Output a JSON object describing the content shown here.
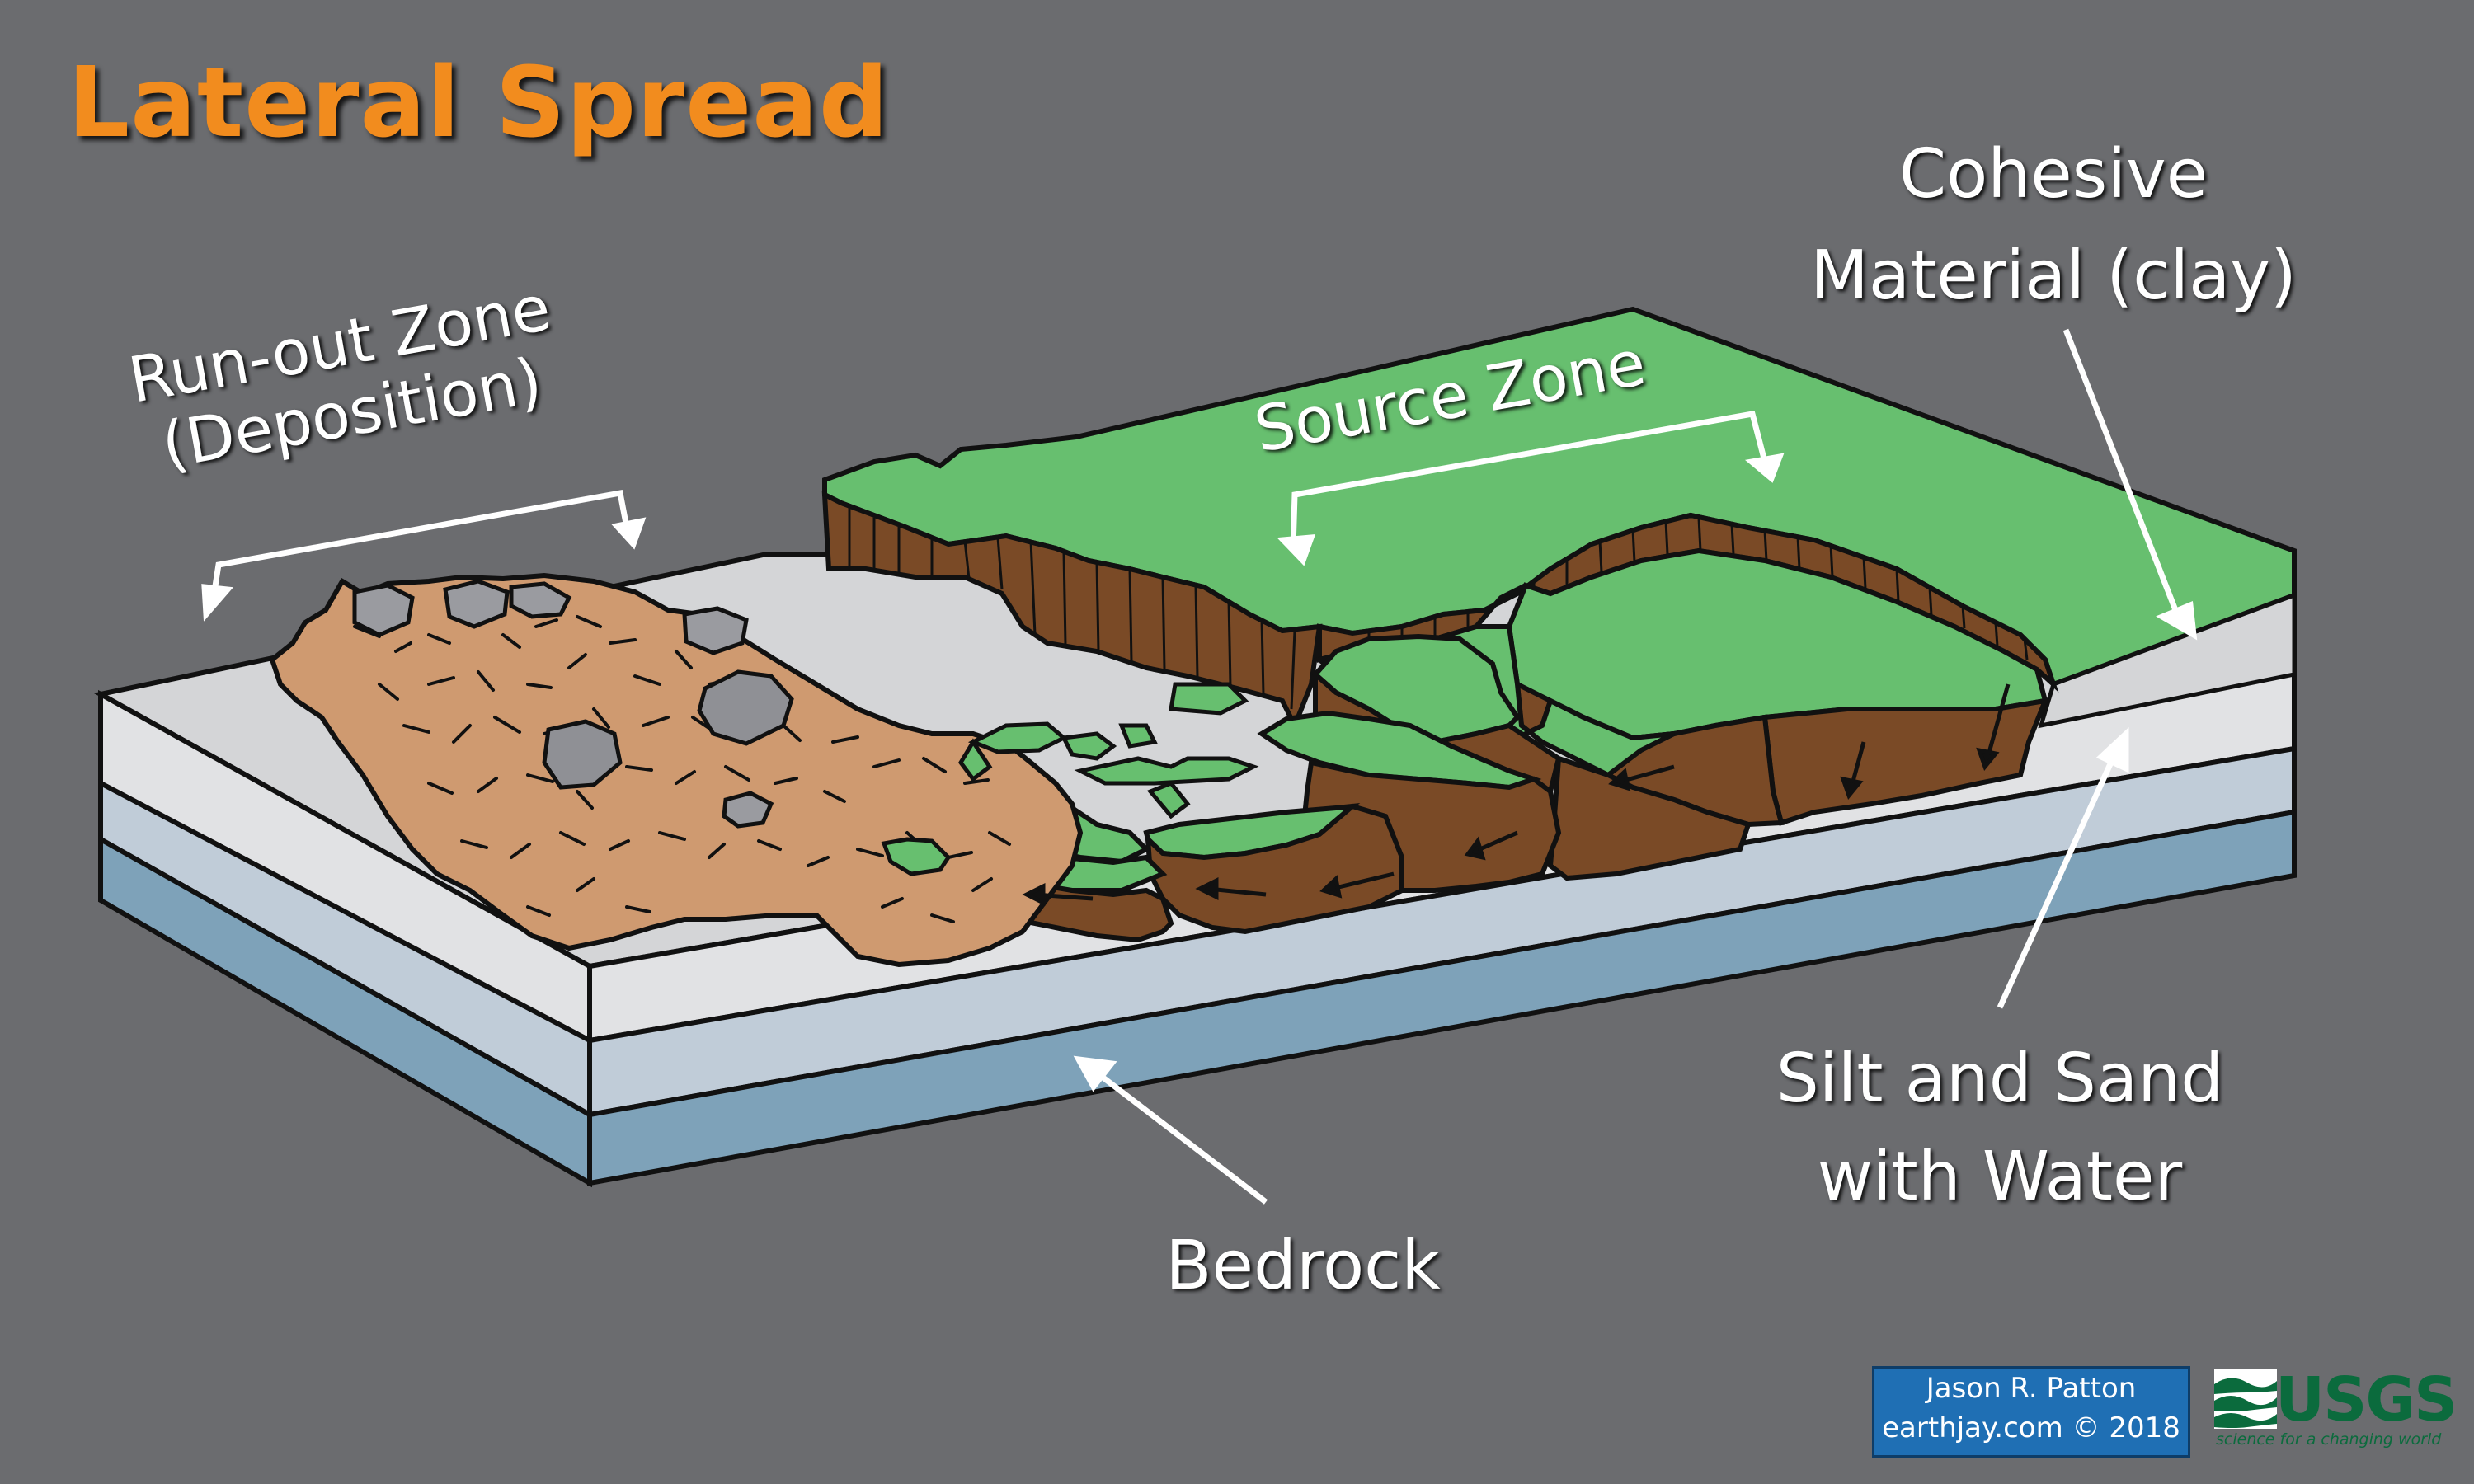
{
  "title": "Lateral Spread",
  "labels": {
    "runout_line1": "Run-out Zone",
    "runout_line2": "(Deposition)",
    "source_zone": "Source Zone",
    "cohesive_line1": "Cohesive",
    "cohesive_line2": "Material (clay)",
    "silt_line1": "Silt and Sand",
    "silt_line2": "with Water",
    "bedrock": "Bedrock"
  },
  "credit": {
    "author": "Jason R. Patton",
    "site": "earthjay.com © 2018"
  },
  "logo": {
    "name": "USGS",
    "tagline": "science for a changing world"
  },
  "colors": {
    "background": "#6b6c6f",
    "title": "#f28c1e",
    "clay_surface": "#67bf6f",
    "soil_brown": "#7a4a26",
    "debris": "#cf9a70",
    "silt_layer": "#d4d5d7",
    "sand_layer": "#b9c8d6",
    "bedrock_layer": "#7a9fb7"
  }
}
